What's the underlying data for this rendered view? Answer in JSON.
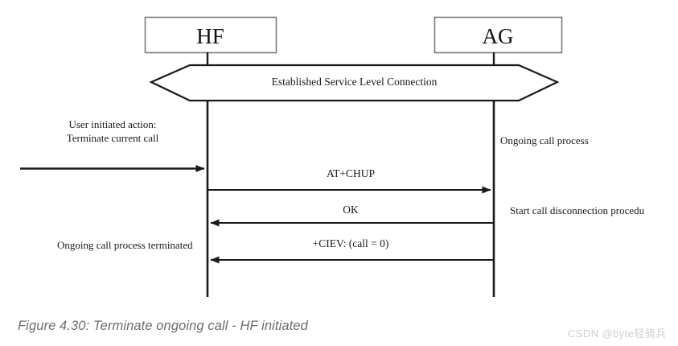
{
  "figure": {
    "caption": "Figure 4.30: Terminate ongoing call - HF initiated",
    "watermark": "CSDN @byte轻骑兵",
    "colors": {
      "background": "#ffffff",
      "line": "#1a1a1a",
      "box_border": "#7a7a7a",
      "text": "#1a1a1a",
      "caption_text": "#6d6d6d",
      "watermark_text": "#cfcfcf"
    }
  },
  "participants": [
    {
      "id": "hf",
      "label": "HF"
    },
    {
      "id": "ag",
      "label": "AG"
    }
  ],
  "state_band": {
    "label": "Established Service Level Connection"
  },
  "notes": [
    {
      "id": "user-action",
      "line1": "User initiated action:",
      "line2": "Terminate current call",
      "side": "left"
    },
    {
      "id": "ongoing-call-process",
      "line1": "Ongoing call process",
      "side": "right"
    },
    {
      "id": "start-call-disconnection",
      "line1": "Start call disconnection procedu",
      "side": "right"
    },
    {
      "id": "ongoing-call-terminated",
      "line1": "Ongoing call process terminated",
      "side": "left"
    }
  ],
  "messages": [
    {
      "id": "user-trigger",
      "label": "",
      "from": "external",
      "to": "hf",
      "direction": "right"
    },
    {
      "id": "at-chup",
      "label": "AT+CHUP",
      "from": "hf",
      "to": "ag",
      "direction": "right"
    },
    {
      "id": "ok",
      "label": "OK",
      "from": "ag",
      "to": "hf",
      "direction": "left"
    },
    {
      "id": "ciev",
      "label": "+CIEV: (call = 0)",
      "from": "ag",
      "to": "hf",
      "direction": "left"
    }
  ]
}
